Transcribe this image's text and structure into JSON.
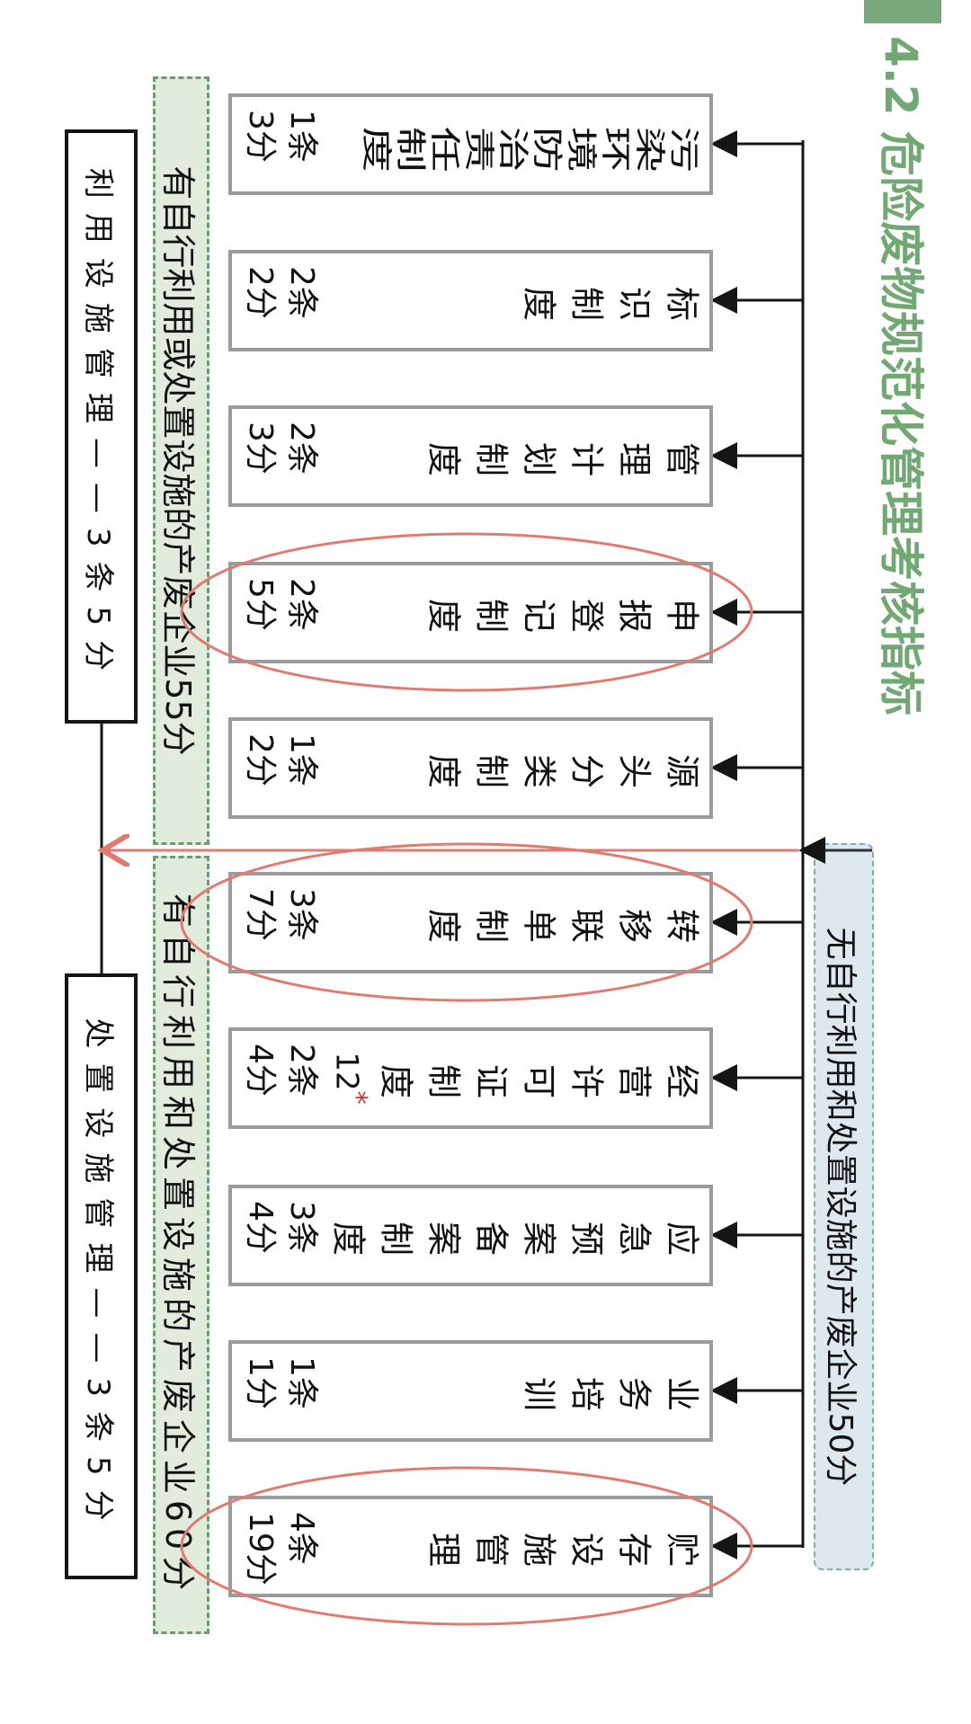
{
  "title": "4.2 危险废物规范化管理考核指标",
  "no_facility_group": "无自行利用和处置设施的产废企业50分",
  "groups": [
    {
      "label": "有自行利用或处置设施的产废企业55分"
    },
    {
      "label": "有自行利用和处置设施的产废企业60分"
    }
  ],
  "facility_boxes": [
    {
      "label": "利用设施管理——3条5分"
    },
    {
      "label": "处置设施管理——3条5分"
    }
  ],
  "items": [
    {
      "name": "污染环境防治责任制度",
      "count": "1条",
      "score": "3分"
    },
    {
      "name": "标识制度",
      "count": "2条",
      "score": "2分"
    },
    {
      "name": "管理计划制度",
      "count": "2条",
      "score": "3分"
    },
    {
      "name": "申报登记制度",
      "count": "2条",
      "score": "5分"
    },
    {
      "name": "源头分类制度",
      "count": "1条",
      "score": "2分"
    },
    {
      "name": "转移联单制度",
      "count": "3条",
      "score": "7分"
    },
    {
      "name": "经营许可证制度",
      "note": "12",
      "mark": "*",
      "count": "2条",
      "score": "4分"
    },
    {
      "name": "应急预案备案制度",
      "count": "3条",
      "score": "4分"
    },
    {
      "name": "业务培训",
      "count": "1条",
      "score": "1分"
    },
    {
      "name": "贮存设施管理",
      "count": "4条",
      "score": "19分"
    }
  ],
  "highlighted_items": [
    "申报登记制度",
    "转移联单制度",
    "贮存设施管理"
  ],
  "colors": {
    "title": "#72a874",
    "highlight": "#e07b72",
    "box_border": "#9b9b9b",
    "blue_fill": "#dde9ee",
    "green_fill": "#e1ecdd"
  }
}
